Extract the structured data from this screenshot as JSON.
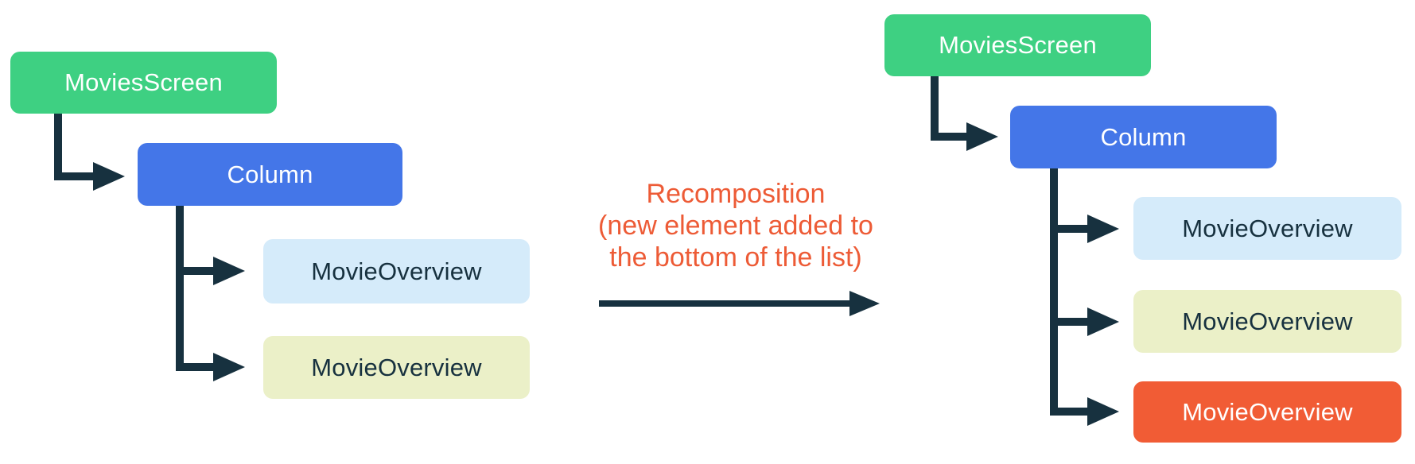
{
  "diagram": {
    "left_tree": {
      "nodes": [
        {
          "label": "MoviesScreen",
          "color": "#3ED082"
        },
        {
          "label": "Column",
          "color": "#4476E8"
        },
        {
          "label": "MovieOverview",
          "color": "#D5EBFA"
        },
        {
          "label": "MovieOverview",
          "color": "#EBF0C8"
        }
      ]
    },
    "right_tree": {
      "nodes": [
        {
          "label": "MoviesScreen",
          "color": "#3ED082"
        },
        {
          "label": "Column",
          "color": "#4476E8"
        },
        {
          "label": "MovieOverview",
          "color": "#D5EBFA"
        },
        {
          "label": "MovieOverview",
          "color": "#EBF0C8"
        },
        {
          "label": "MovieOverview",
          "color": "#F15C35"
        }
      ]
    },
    "caption": {
      "lines": [
        "Recomposition",
        "(new element added to",
        "the bottom of the list)"
      ],
      "color": "#ED5B36"
    },
    "connector_color": "#17313F",
    "background_color": "#FFFFFF"
  }
}
